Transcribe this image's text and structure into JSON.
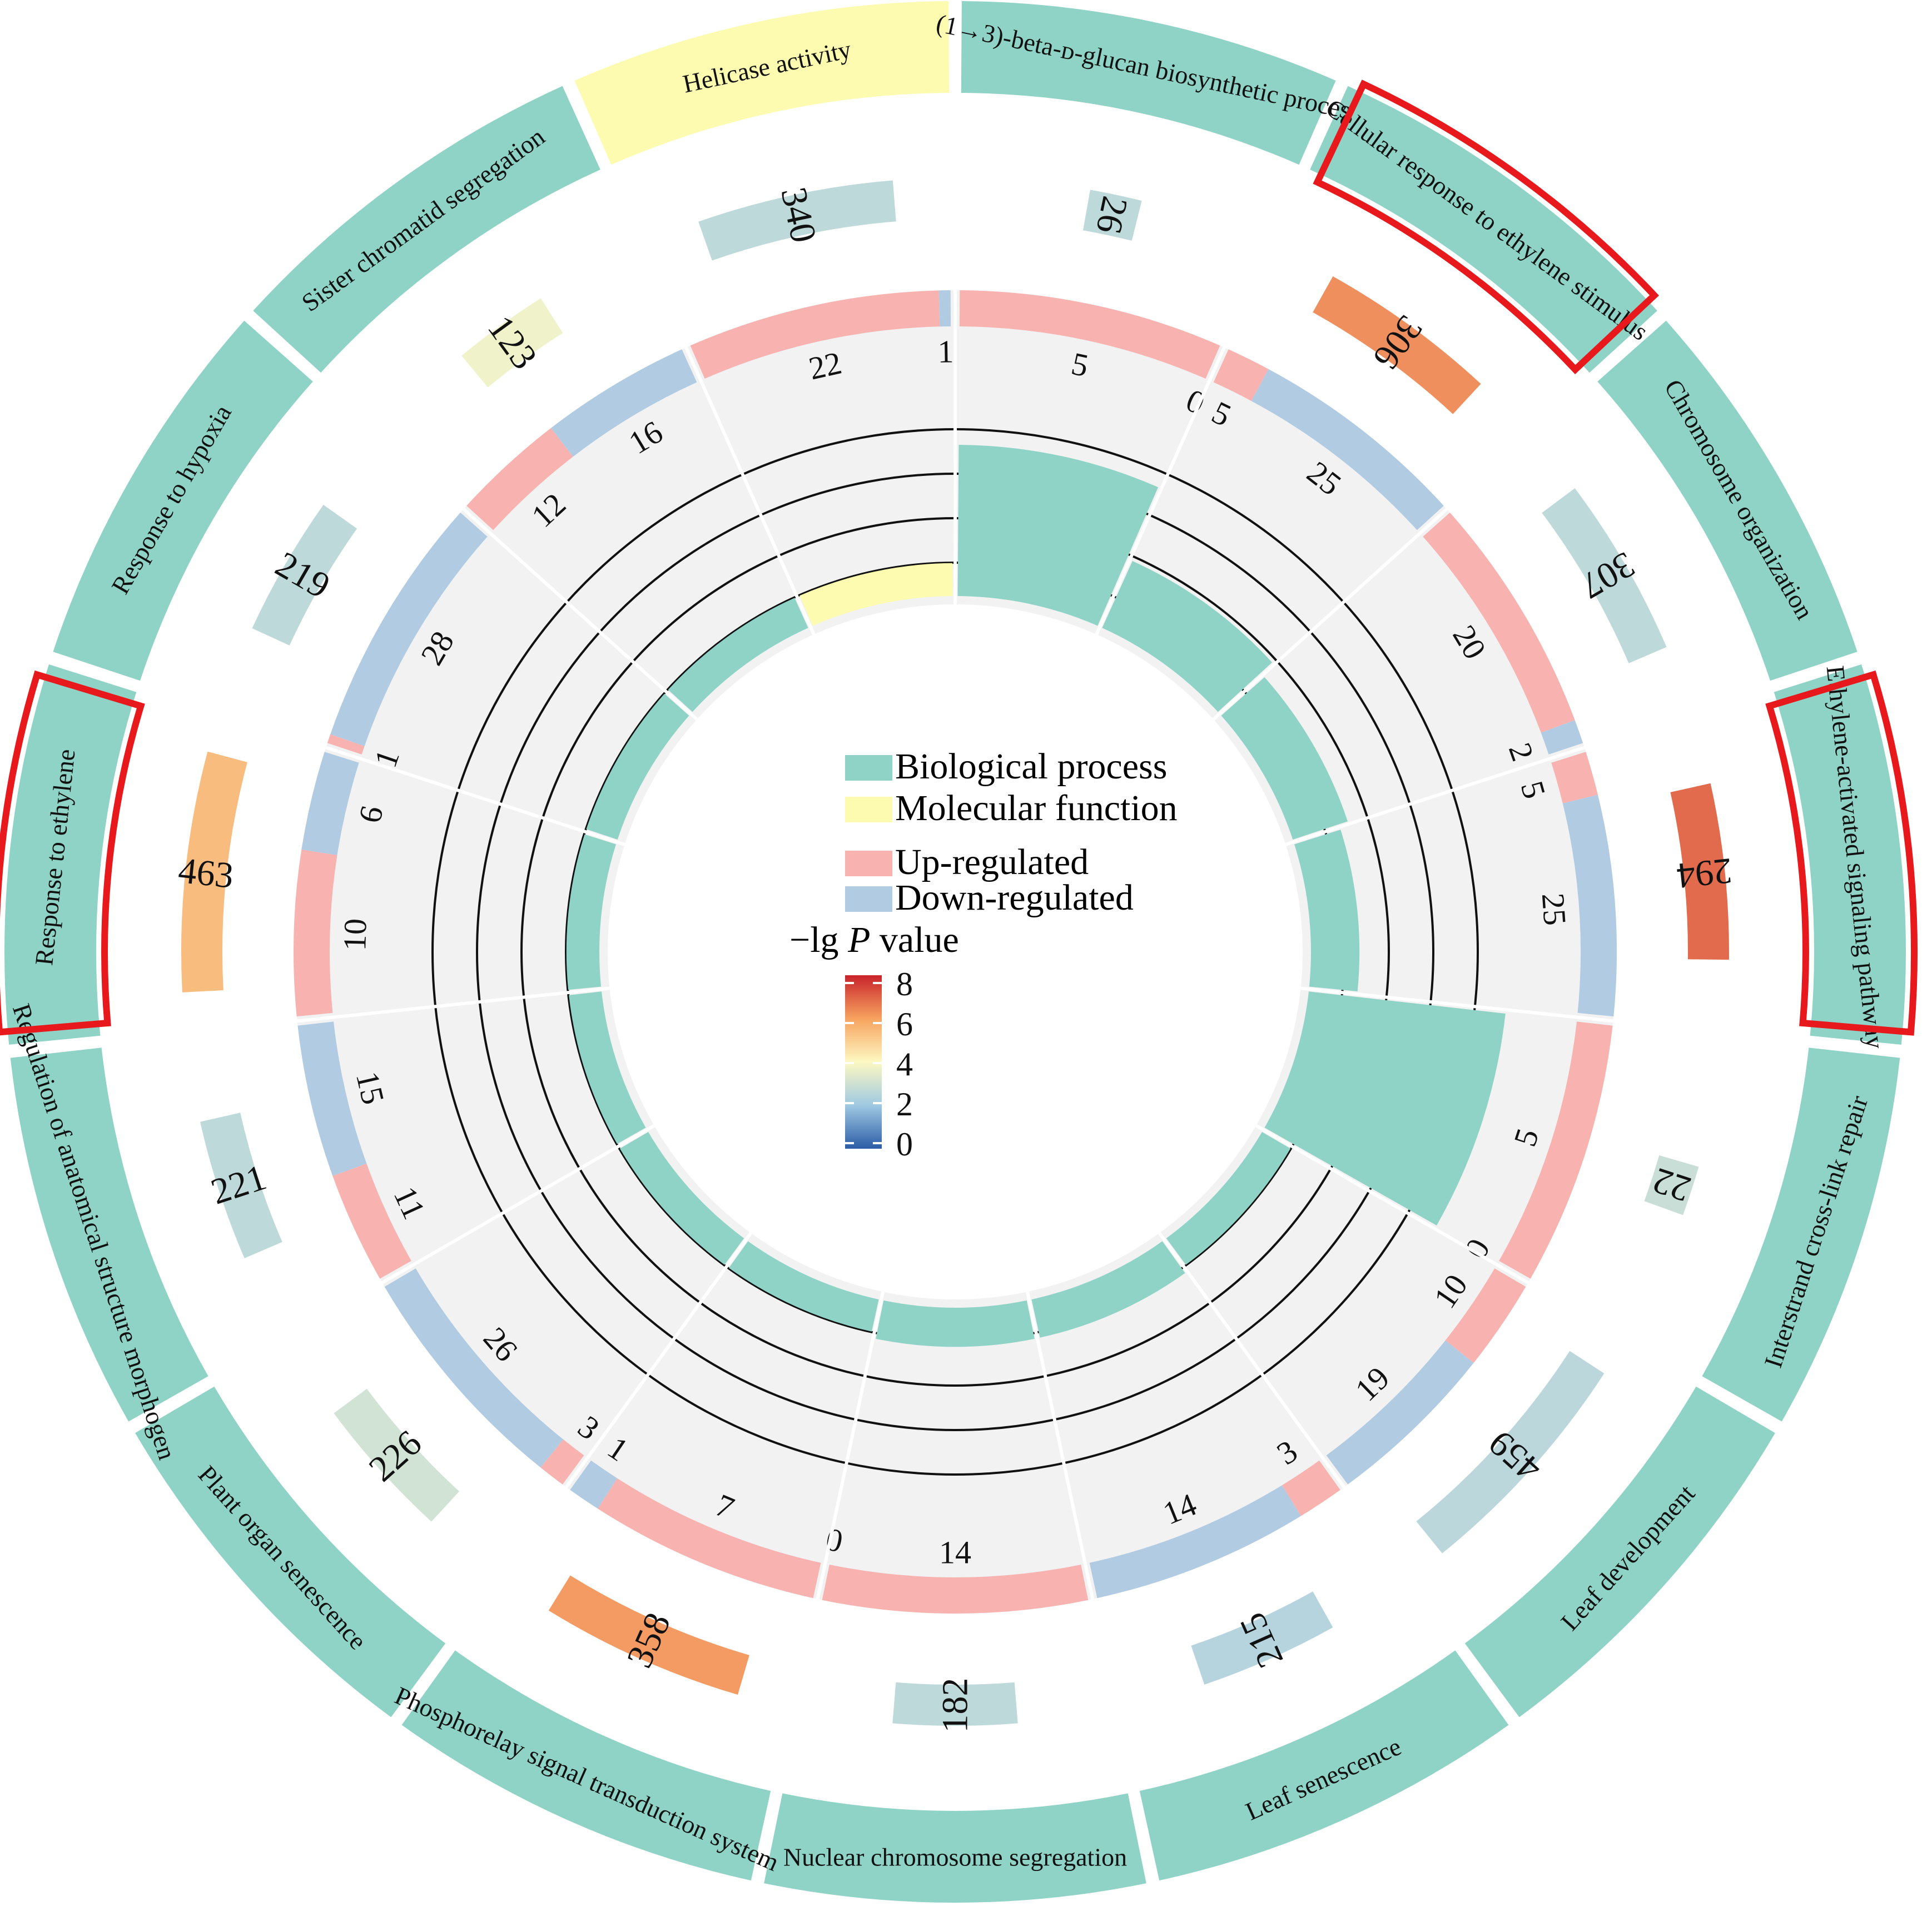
{
  "chart_data": {
    "type": "circular-go-enrichment",
    "title": "",
    "colors": {
      "biological_process": "#8fd3c7",
      "molecular_function": "#fcfbb0",
      "up_regulated": "#f8b3b0",
      "down_regulated": "#b1cbe3",
      "panel_bg": "#f2f2f2",
      "highlight": "#e8191d"
    },
    "legend": {
      "category_labels": [
        "Biological process",
        "Molecular function"
      ],
      "regulation_labels": [
        "Up-regulated",
        "Down-regulated"
      ],
      "colorbar_title_prefix": "−lg ",
      "colorbar_title_italic": "P",
      "colorbar_title_suffix": " value",
      "colorbar_ticks": [
        "8",
        "6",
        "4",
        "2",
        "0"
      ],
      "colorbar_range": [
        0,
        8
      ]
    },
    "terms": [
      {
        "name": "(1→3)-beta-ᴅ-glucan biosynthetic process",
        "display_label": "(1→3)-beta-ᴅ-glucan biosynthetic proces",
        "category": "Biological process",
        "background_genes": 26,
        "neglog_p": 2.6,
        "up": 5,
        "down": 0,
        "rich_factor": 0.45,
        "highlighted": false
      },
      {
        "name": "Cellular response to ethylene stimulus",
        "display_label": "Cellular response to ethylene stimulus",
        "category": "Biological process",
        "background_genes": 306,
        "neglog_p": 6.4,
        "up": 5,
        "down": 25,
        "rich_factor": 0.2,
        "highlighted": true
      },
      {
        "name": "Chromosome organization",
        "display_label": "Chromosome organization",
        "category": "Biological process",
        "background_genes": 307,
        "neglog_p": 2.6,
        "up": 20,
        "down": 2,
        "rich_factor": 0.15,
        "highlighted": false
      },
      {
        "name": "Ethylene-activated signaling pathway",
        "display_label": "Ethylene-activated signaling pathway",
        "category": "Biological process",
        "background_genes": 294,
        "neglog_p": 7.0,
        "up": 5,
        "down": 25,
        "rich_factor": 0.12,
        "highlighted": true
      },
      {
        "name": "Interstrand cross-link repair",
        "display_label": "Interstrand cross-link repair",
        "category": "Biological process",
        "background_genes": 22,
        "neglog_p": 2.8,
        "up": 5,
        "down": 0,
        "rich_factor": 0.6,
        "highlighted": false
      },
      {
        "name": "Leaf development",
        "display_label": "Leaf development",
        "category": "Biological process",
        "background_genes": 459,
        "neglog_p": 2.5,
        "up": 10,
        "down": 19,
        "rich_factor": 0.07,
        "highlighted": false
      },
      {
        "name": "Leaf senescence",
        "display_label": "Leaf senescence",
        "category": "Biological process",
        "background_genes": 215,
        "neglog_p": 2.4,
        "up": 3,
        "down": 14,
        "rich_factor": 0.09,
        "highlighted": false
      },
      {
        "name": "Nuclear chromosome segregation",
        "display_label": "Nuclear chromosome segregation",
        "category": "Biological process",
        "background_genes": 182,
        "neglog_p": 2.6,
        "up": 14,
        "down": 0,
        "rich_factor": 0.09,
        "highlighted": false
      },
      {
        "name": "Phosphorelay signal transduction system",
        "display_label": "Phosphorelay signal transduction system",
        "category": "Biological process",
        "background_genes": 358,
        "neglog_p": 6.2,
        "up": 7,
        "down": 1,
        "rich_factor": 0.07,
        "highlighted": false
      },
      {
        "name": "Plant organ senescence",
        "display_label": "Plant organ senescence",
        "category": "Biological process",
        "background_genes": 226,
        "neglog_p": 3.0,
        "up": 3,
        "down": 26,
        "rich_factor": 0.07,
        "highlighted": false
      },
      {
        "name": "Regulation of anatomical structure morphogenesis",
        "display_label": "Regulation of anatomical structure morphogen",
        "category": "Biological process",
        "background_genes": 221,
        "neglog_p": 2.6,
        "up": 11,
        "down": 15,
        "rich_factor": 0.07,
        "highlighted": false
      },
      {
        "name": "Response to ethylene",
        "display_label": "Response to ethylene",
        "category": "Biological process",
        "background_genes": 463,
        "neglog_p": 5.5,
        "up": 10,
        "down": 6,
        "rich_factor": 0.07,
        "highlighted": true
      },
      {
        "name": "Response to hypoxia",
        "display_label": "Response to hypoxia",
        "category": "Biological process",
        "background_genes": 219,
        "neglog_p": 2.6,
        "up": 1,
        "down": 28,
        "rich_factor": 0.07,
        "highlighted": false
      },
      {
        "name": "Sister chromatid segregation",
        "display_label": "Sister chromatid segregation",
        "category": "Biological process",
        "background_genes": 123,
        "neglog_p": 3.7,
        "up": 12,
        "down": 16,
        "rich_factor": 0.07,
        "highlighted": false
      },
      {
        "name": "Helicase activity",
        "display_label": "Helicase activity",
        "category": "Molecular function",
        "background_genes": 340,
        "neglog_p": 2.6,
        "up": 22,
        "down": 1,
        "rich_factor": 0.07,
        "highlighted": false
      }
    ],
    "inner_down_label": "2"
  }
}
